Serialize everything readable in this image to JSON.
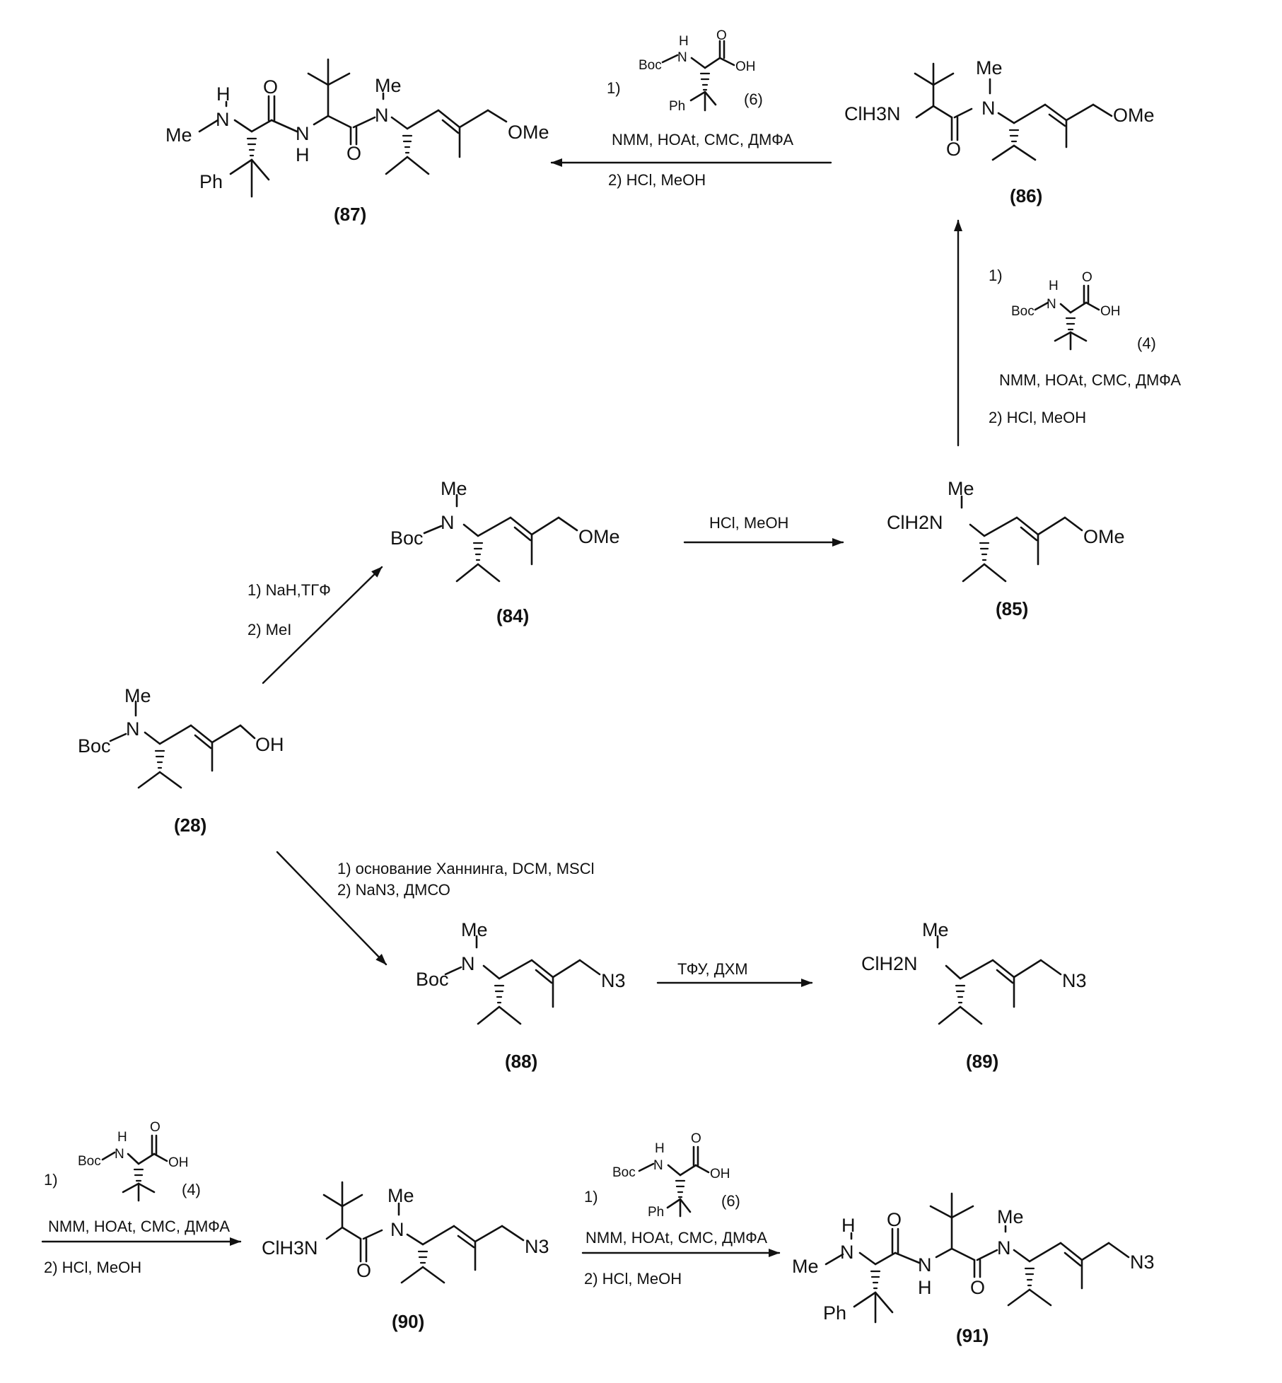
{
  "compounds": [
    {
      "id": "84",
      "label": "(84)"
    },
    {
      "id": "85",
      "label": "(85)"
    },
    {
      "id": "86",
      "label": "(86)"
    },
    {
      "id": "87",
      "label": "(87)"
    },
    {
      "id": "28",
      "label": "(28)"
    },
    {
      "id": "88",
      "label": "(88)"
    },
    {
      "id": "89",
      "label": "(89)"
    },
    {
      "id": "90",
      "label": "(90)"
    },
    {
      "id": "91",
      "label": "(91)"
    }
  ],
  "atoms": {
    "me": "Me",
    "n": "N",
    "h": "H",
    "o": "O",
    "oh": "OH",
    "ome": "OMe",
    "boc": "Boc",
    "ph": "Ph",
    "clh3n": "ClH3N",
    "clh2n": "ClH2N",
    "n3": "N3"
  },
  "reagents": {
    "acid6_label": "(6)",
    "acid4_label": "(4)",
    "step1": "1)"
  },
  "conditions": {
    "r86_87_a": "NMM, HOAt, CMC, ДМФА",
    "r86_87_b": "2) HCl, MeOH",
    "r85_86_a": "NMM, HOAt, CMC, ДМФА",
    "r85_86_b": "2) HCl, MeOH",
    "r28_84_a": "1) NaH,ТГФ",
    "r28_84_b": "2) MeI",
    "r84_85": "HCl, MeOH",
    "r28_88_a": "1) основание Ханнинга, DCM, MSCl",
    "r28_88_b": "2) NaN3, ДМСО",
    "r88_89": "ТФУ, ДХМ",
    "r89_90_a": "NMM, HOAt, CMC, ДМФА",
    "r89_90_b": "2) HCl, MeOH",
    "r90_91_a": "NMM, HOAt, CMC, ДМФА",
    "r90_91_b": "2) HCl, MeOH"
  }
}
